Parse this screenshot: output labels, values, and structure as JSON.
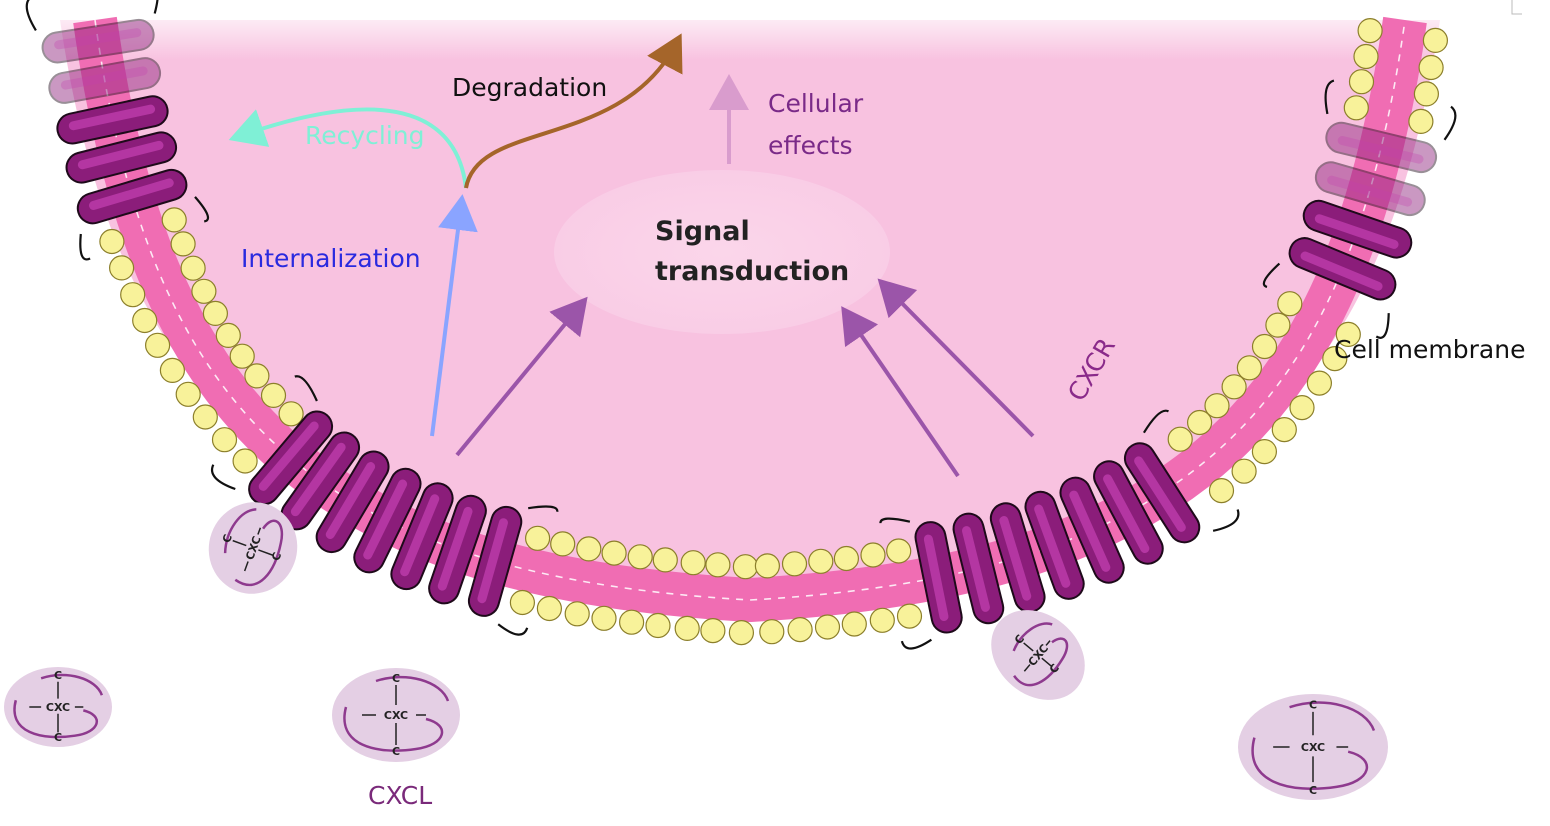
{
  "labels": {
    "degradation": "Degradation",
    "recycling": "Recycling",
    "cellular_1": "Cellular",
    "cellular_2": "effects",
    "internalization": "Internalization",
    "signal_1": "Signal",
    "signal_2": "transduction",
    "cxcr": "CXCR",
    "cell_membrane": "Cell membrane",
    "cxcl": "CXCL",
    "chemokine_c": "C",
    "chemokine_cxc": "CXC"
  },
  "colors": {
    "cytoplasm": "#f8c2e0",
    "bilayer": "#f06db3",
    "lipid_head": "#f8f29a",
    "receptor": "#8b1d7a",
    "ligand_bg": "#e4cfe4",
    "ligand_line": "#8e3a8e",
    "arrow_signal": "#9b55a9",
    "arrow_internalization": "#8aa4ff",
    "arrow_recycling": "#7ff0d6",
    "arrow_degradation": "#a5652a",
    "arrow_effects": "#d99ccd",
    "text_internalization": "#2a2adf",
    "text_recycling": "#7ff0d6",
    "text_cellular": "#7a2a88",
    "text_cxcr": "#8a2a8a",
    "text_cxcl": "#7a2a7a"
  },
  "icons": [
    "receptor-cluster",
    "chemokine-ligand",
    "lipid-bilayer"
  ]
}
